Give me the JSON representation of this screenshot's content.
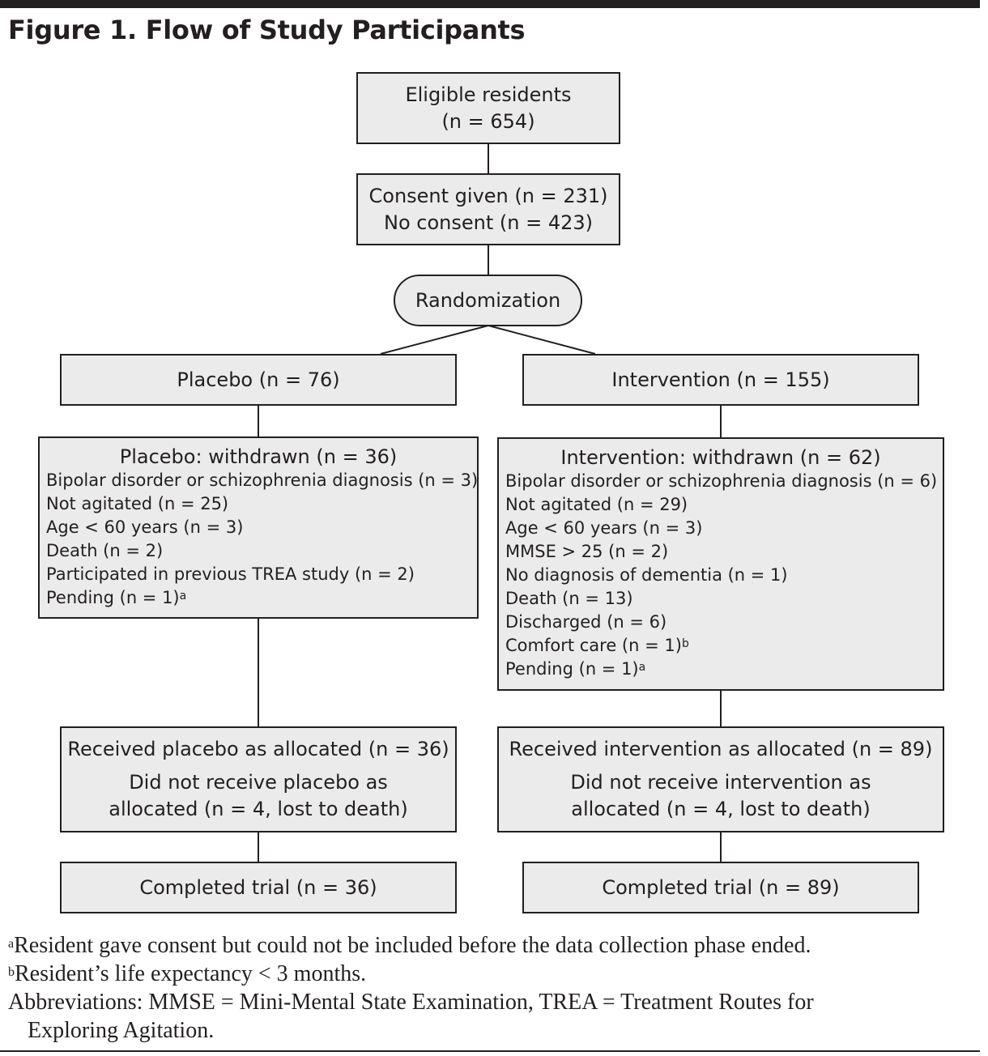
{
  "figure": {
    "title": "Figure 1. Flow of Study Participants"
  },
  "boxes": {
    "eligible": {
      "line1": "Eligible residents",
      "line2": "(n = 654)"
    },
    "consent": {
      "line1": "Consent given (n = 231)",
      "line2": "No consent (n = 423)"
    },
    "randomization": {
      "label": "Randomization"
    },
    "placebo": {
      "label": "Placebo (n = 76)"
    },
    "intervention": {
      "label": "Intervention (n = 155)"
    },
    "placebo_withdrawn": {
      "header": "Placebo: withdrawn (n = 36)",
      "items": [
        "Bipolar disorder or schizophrenia diagnosis (n = 3)",
        "Not agitated (n = 25)",
        "Age < 60 years (n = 3)",
        "Death (n = 2)",
        "Participated in previous TREA study (n = 2)",
        "Pending (n = 1)"
      ],
      "pending_mark": "a"
    },
    "intervention_withdrawn": {
      "header": "Intervention: withdrawn (n = 62)",
      "items": [
        "Bipolar disorder or schizophrenia diagnosis (n = 6)",
        "Not agitated (n = 29)",
        "Age < 60 years (n = 3)",
        "MMSE > 25 (n = 2)",
        "No diagnosis of dementia (n = 1)",
        "Death (n = 13)",
        "Discharged (n = 6)",
        "Comfort care (n = 1)",
        "Pending (n = 1)"
      ],
      "comfort_mark": "b",
      "pending_mark": "a"
    },
    "placebo_received": {
      "line1": "Received placebo as allocated (n = 36)",
      "line2": "Did not receive placebo as",
      "line3": "allocated (n = 4, lost to death)"
    },
    "intervention_received": {
      "line1": "Received intervention as allocated (n = 89)",
      "line2": "Did not receive intervention as",
      "line3": "allocated (n = 4, lost to death)"
    },
    "placebo_completed": {
      "label": "Completed trial (n = 36)"
    },
    "intervention_completed": {
      "label": "Completed trial (n = 89)"
    }
  },
  "footnotes": {
    "a_mark": "a",
    "a_text": "Resident gave consent but could not be included before the data collection phase ended.",
    "b_mark": "b",
    "b_text": "Resident’s life expectancy < 3 months.",
    "abbr_line1": "Abbreviations: MMSE = Mini-Mental State Examination, TREA = Treatment Routes for",
    "abbr_line2": "Exploring Agitation."
  }
}
